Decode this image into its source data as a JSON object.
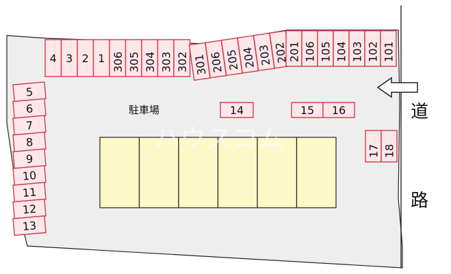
{
  "title": "駐車場",
  "road_label_1": "道",
  "road_label_2": "路",
  "watermark": "ハウスコム",
  "colors": {
    "stall_border": "#d23a4b",
    "stall_fill": "#fde7ea",
    "building": "#fdf9c8",
    "lot": "#eeeeee"
  },
  "left_column": [
    "5",
    "6",
    "7",
    "8",
    "9",
    "10",
    "11",
    "12",
    "13"
  ],
  "top_row_a": [
    "4",
    "3",
    "2",
    "1",
    "306",
    "305",
    "304",
    "303",
    "302"
  ],
  "top_row_b": [
    "301",
    "206",
    "205",
    "204",
    "203",
    "202"
  ],
  "top_row_c": [
    "201",
    "106",
    "105",
    "104",
    "103",
    "102",
    "101"
  ],
  "mid_single": "14",
  "mid_pair": [
    "15",
    "16"
  ],
  "right_pair": [
    "17",
    "18"
  ],
  "building_count": 6
}
